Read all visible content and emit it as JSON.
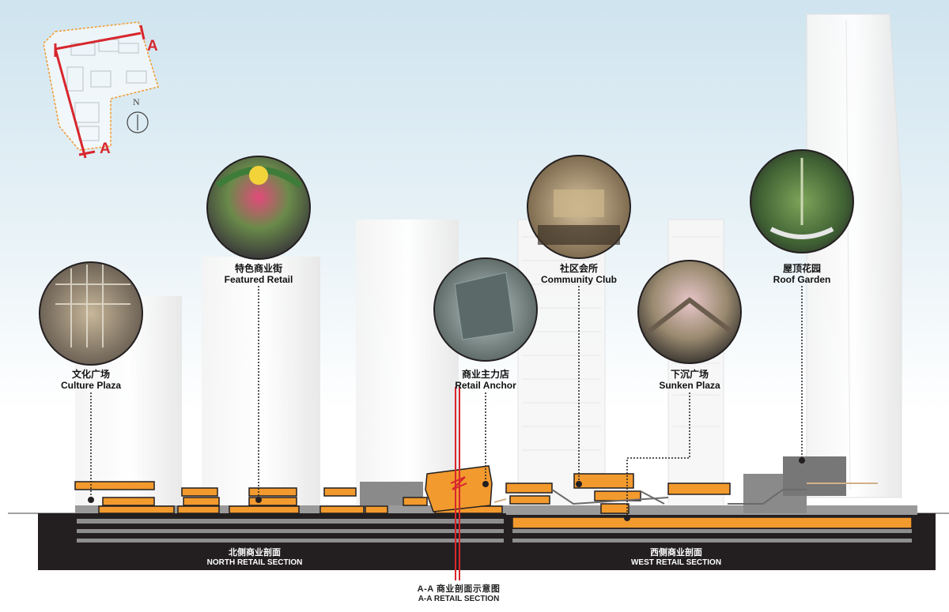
{
  "labels": {
    "culture_plaza": {
      "cn": "文化广场",
      "en": "Culture Plaza"
    },
    "featured_retail": {
      "cn": "特色商业街",
      "en": "Featured Retail"
    },
    "retail_anchor": {
      "cn": "商业主力店",
      "en": "Retail Anchor"
    },
    "community_club": {
      "cn": "社区会所",
      "en": "Community Club"
    },
    "sunken_plaza": {
      "cn": "下沉广场",
      "en": "Sunken Plaza"
    },
    "roof_garden": {
      "cn": "屋顶花园",
      "en": "Roof Garden"
    }
  },
  "sections": {
    "north": {
      "cn": "北侧商业剖面",
      "en": "NORTH RETAIL SECTION"
    },
    "west": {
      "cn": "西侧商业剖面",
      "en": "WEST RETAIL SECTION"
    }
  },
  "title": {
    "cn": "A-A 商业剖面示意图",
    "en": "A-A RETAIL SECTION"
  },
  "keyplan": {
    "mark_top": "A",
    "mark_bottom": "A",
    "north": "N"
  },
  "colors": {
    "orange": "#f29a2e",
    "dark": "#231f20",
    "red": "#d8262d",
    "sky": "#dcecf3"
  }
}
